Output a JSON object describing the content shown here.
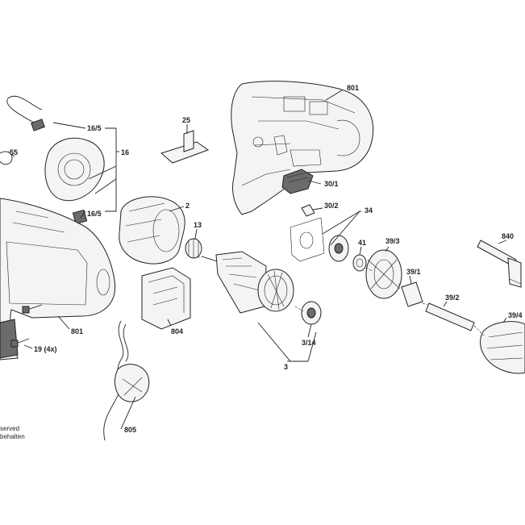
{
  "callouts": {
    "c801_top": "801",
    "c25": "25",
    "c16_5_top": "16/5",
    "c16": "16",
    "c55": "55",
    "c2": "2",
    "c16_5_bottom": "16/5",
    "c13": "13",
    "c30_1": "30/1",
    "c30_2": "30/2",
    "c34": "34",
    "c41": "41",
    "c39_3": "39/3",
    "c840": "840",
    "c39_1": "39/1",
    "c39_2": "39/2",
    "c39_4": "39/4",
    "c801_left": "801",
    "c804": "804",
    "c19": "19 (4x)",
    "c3_14": "3/14",
    "c3": "3",
    "c805": "805"
  },
  "notes": {
    "line1": "served",
    "line2": "behalten"
  }
}
